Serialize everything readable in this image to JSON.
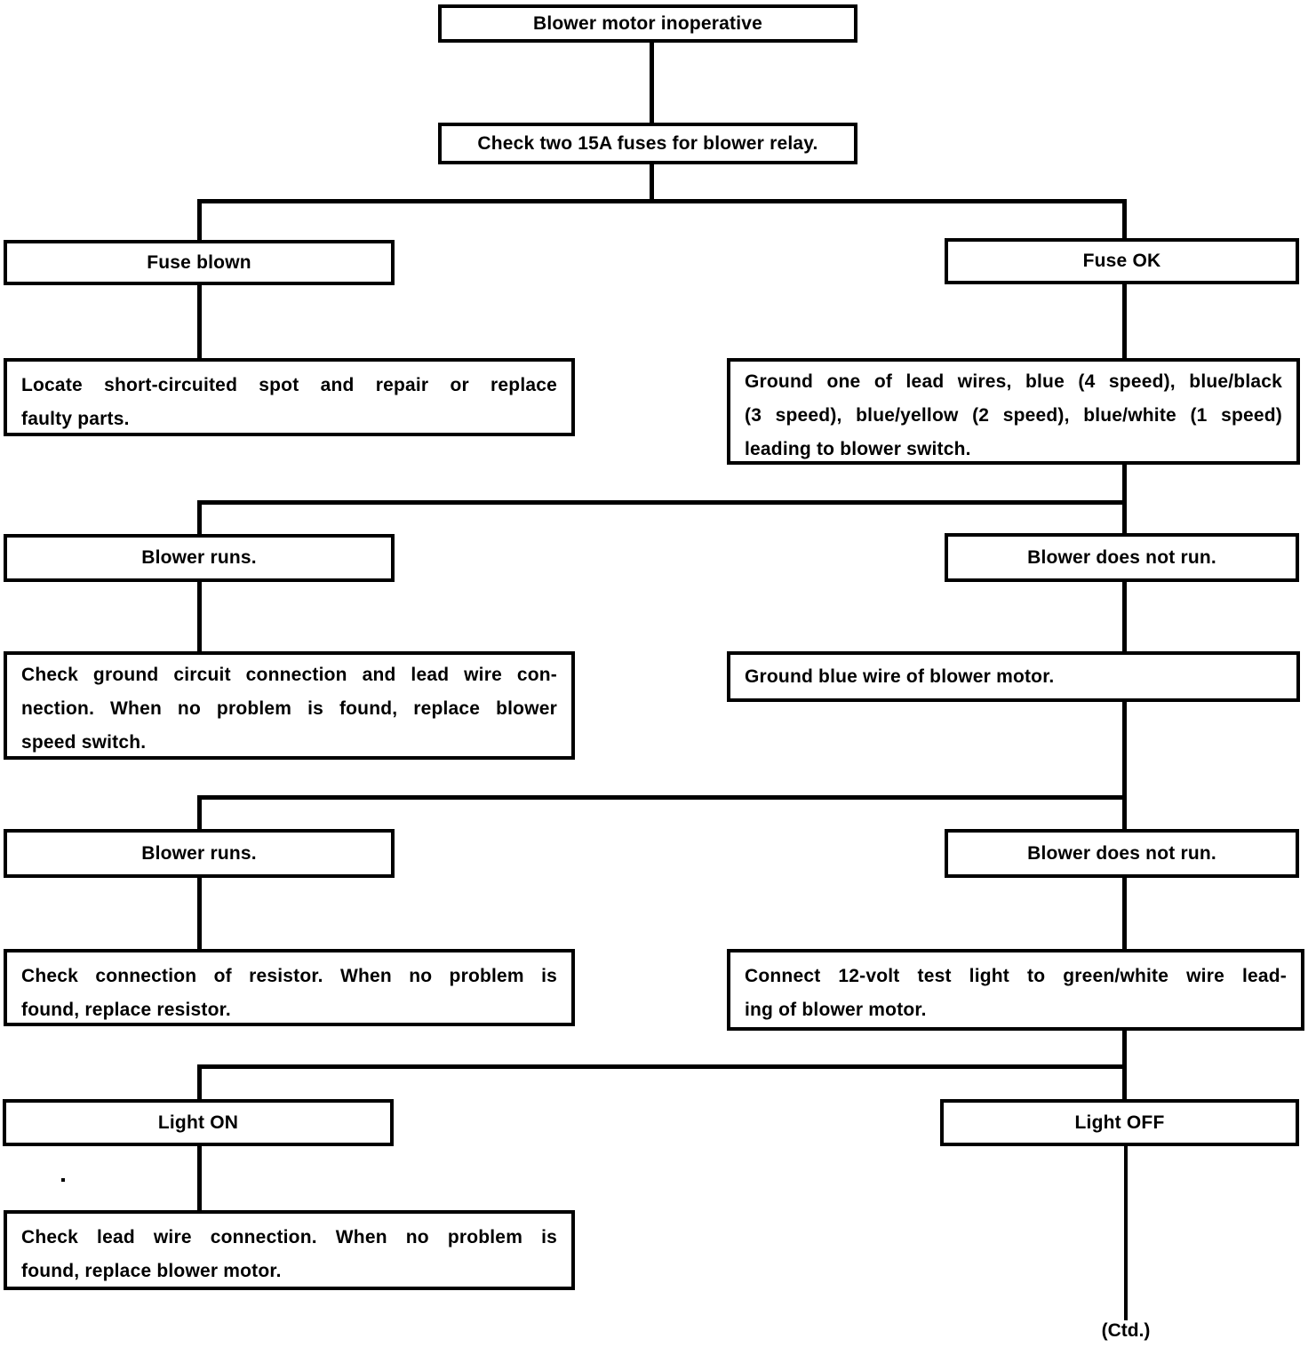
{
  "diagram": {
    "title": "Blower motor inoperative troubleshooting flowchart",
    "colors": {
      "ink": "#000000",
      "paper": "#ffffff"
    },
    "nodes": {
      "root": {
        "label": "Blower motor inoperative"
      },
      "check_fuses": {
        "label": "Check two 15A fuses for blower relay."
      },
      "fuse_blown": {
        "label": "Fuse blown"
      },
      "fuse_ok": {
        "label": "Fuse OK"
      },
      "locate_short": {
        "lines": [
          "Locate short-circuited spot and repair or replace",
          "faulty parts."
        ]
      },
      "ground_lead": {
        "lines": [
          "Ground one of lead wires, blue (4 speed), blue/black",
          "(3 speed), blue/yellow (2 speed), blue/white (1 speed)",
          "leading to blower switch."
        ]
      },
      "blower_runs_1": {
        "label": "Blower runs."
      },
      "blower_not_run_1": {
        "label": "Blower does not run."
      },
      "check_ground": {
        "lines": [
          "Check ground circuit connection and lead wire con-",
          "nection. When no problem is found, replace blower",
          "speed switch."
        ]
      },
      "ground_blue": {
        "label": "Ground blue wire of blower motor."
      },
      "blower_runs_2": {
        "label": "Blower runs."
      },
      "blower_not_run_2": {
        "label": "Blower does not run."
      },
      "check_resistor": {
        "lines": [
          "Check connection of resistor. When no problem is",
          "found, replace resistor."
        ]
      },
      "connect_test": {
        "lines": [
          "Connect 12-volt test light to green/white wire lead-",
          "ing of blower motor."
        ]
      },
      "light_on": {
        "label": "Light ON"
      },
      "light_off": {
        "label": "Light OFF"
      },
      "check_lead": {
        "lines": [
          "Check lead wire connection. When no problem is",
          "found, replace blower motor."
        ]
      }
    },
    "edges": [
      [
        "root",
        "check_fuses"
      ],
      [
        "check_fuses",
        "fuse_blown"
      ],
      [
        "check_fuses",
        "fuse_ok"
      ],
      [
        "fuse_blown",
        "locate_short"
      ],
      [
        "fuse_ok",
        "ground_lead"
      ],
      [
        "ground_lead",
        "blower_runs_1"
      ],
      [
        "ground_lead",
        "blower_not_run_1"
      ],
      [
        "blower_runs_1",
        "check_ground"
      ],
      [
        "blower_not_run_1",
        "ground_blue"
      ],
      [
        "ground_blue",
        "blower_runs_2"
      ],
      [
        "ground_blue",
        "blower_not_run_2"
      ],
      [
        "blower_runs_2",
        "check_resistor"
      ],
      [
        "blower_not_run_2",
        "connect_test"
      ],
      [
        "connect_test",
        "light_on"
      ],
      [
        "connect_test",
        "light_off"
      ],
      [
        "light_on",
        "check_lead"
      ],
      [
        "light_off",
        "continued"
      ]
    ],
    "footer": {
      "continued_label": "(Ctd.)"
    }
  }
}
